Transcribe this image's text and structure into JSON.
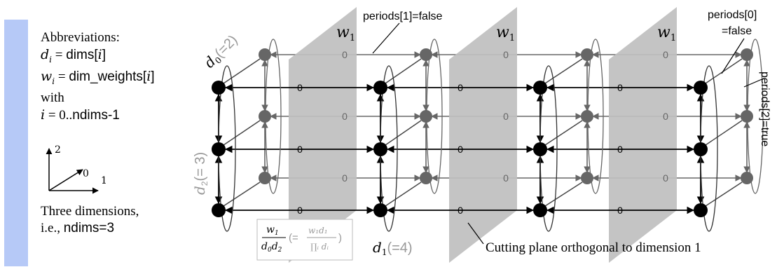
{
  "legend": {
    "heading": "Abbreviations:",
    "d_lhs": "d",
    "d_sub": "i",
    "d_eq": " = ",
    "d_rhs": "dims[",
    "d_idx": "i",
    "d_close": "]",
    "w_lhs": "w",
    "w_sub": "i",
    "w_eq": " = ",
    "w_rhs": "dim_weights[",
    "w_idx": "i",
    "w_close": "]",
    "with": "with",
    "i_lhs": "i",
    "i_eq": " = 0..",
    "i_rhs": "ndims-1",
    "three_line1": "Three dimensions,",
    "three_line2_a": "i.e., ",
    "three_line2_b": "ndims=3"
  },
  "axes": {
    "z": "2",
    "y": "0",
    "x": "1"
  },
  "labels": {
    "w1": "w",
    "w1_sub": "1",
    "periods1": "periods[1]=false",
    "periods0_l1": "periods[0]",
    "periods0_l2": "=false",
    "periods2": "periods[2]=true",
    "d0": "d",
    "d0_sub": "0",
    "d0_val": "(=2)",
    "d2": "d",
    "d2_sub": "2",
    "d2_val": "(= 3)",
    "d1": "d",
    "d1_sub": "1",
    "d1_val": "(=4)",
    "zero": "0",
    "cutting": "Cutting plane orthogonal to dimension 1",
    "formula_num": "w",
    "formula_num_sub": "1",
    "formula_den": "d",
    "formula_den_sub0": "0",
    "formula_den_mid": "d",
    "formula_den_sub2": "2",
    "formula_alt": "(=",
    "formula_alt_num": "w₁d₁",
    "formula_alt_den": "∏ᵢ dᵢ",
    "formula_close": ")"
  },
  "colors": {
    "accent": "#b6c9f7",
    "plane": "#bfbfbf",
    "front_node": "#000000",
    "back_node": "#666666",
    "gray_text": "#9a9a9a"
  }
}
